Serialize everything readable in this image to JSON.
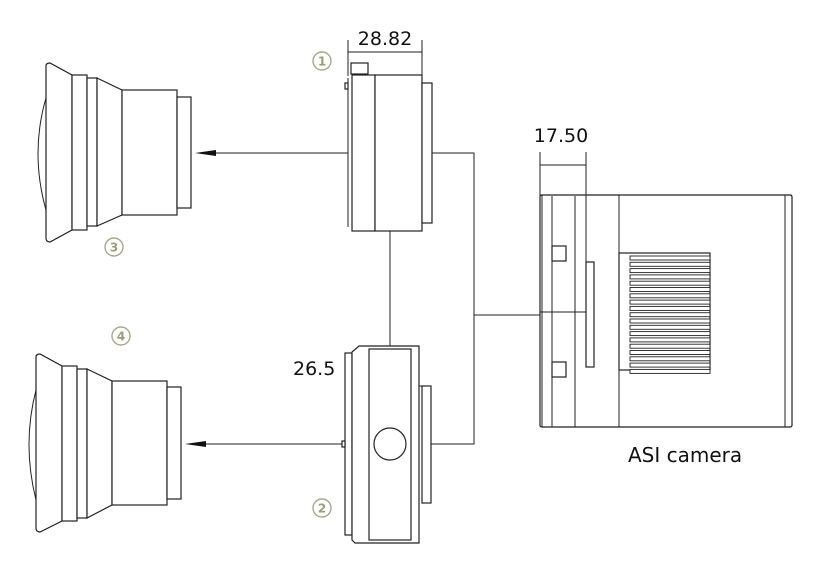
{
  "dimensions": {
    "adapter_1_length": "28.82",
    "adapter_2_length": "26.5",
    "camera_back_focus": "17.50"
  },
  "labels": {
    "part_1": "1",
    "part_2": "2",
    "part_3": "3",
    "part_4": "4",
    "camera": "ASI camera"
  },
  "colors": {
    "line": "#222222",
    "badge": "#9a9c7a"
  }
}
